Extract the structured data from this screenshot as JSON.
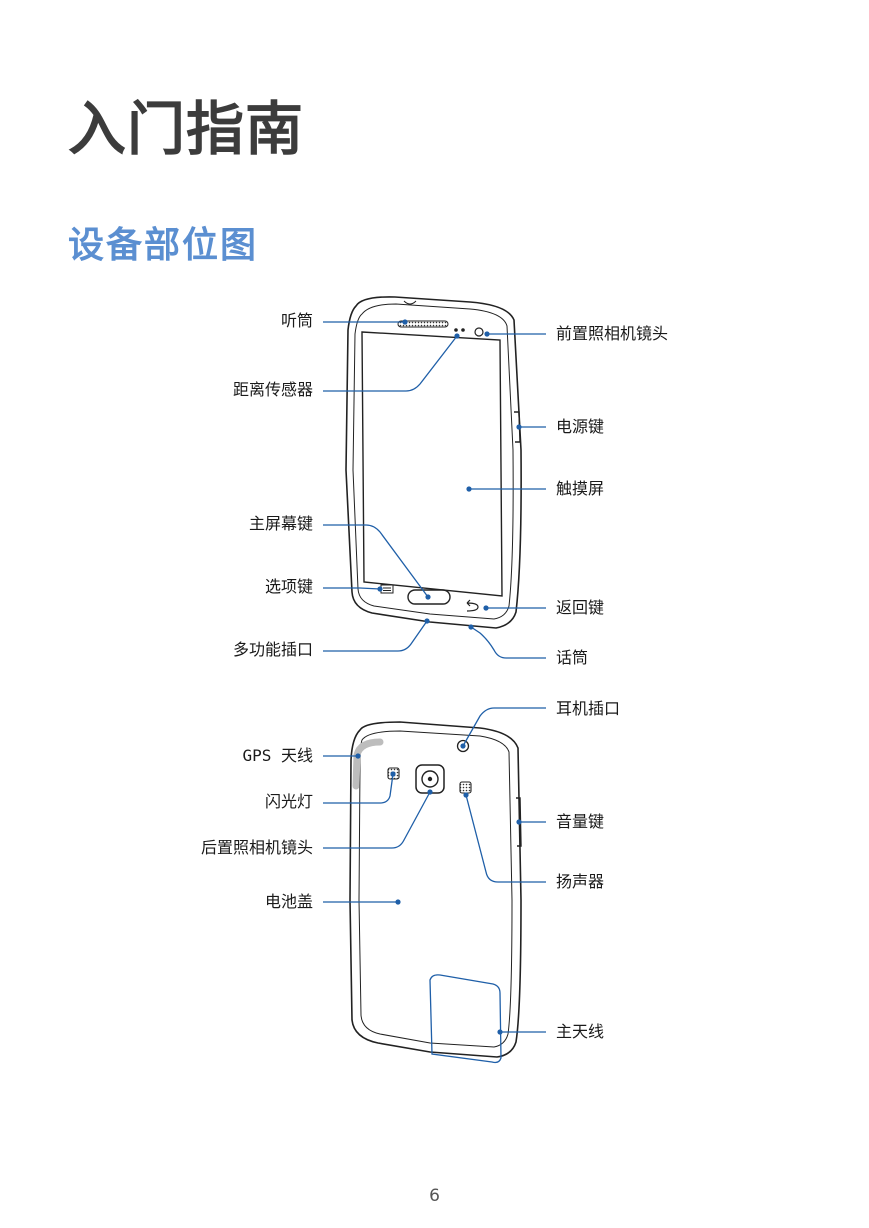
{
  "page": {
    "title": "入门指南",
    "section_title": "设备部位图",
    "page_number": "6"
  },
  "front_view": {
    "labels": {
      "earpiece": "听筒",
      "proximity_sensor": "距离传感器",
      "home_key": "主屏幕键",
      "menu_key": "选项键",
      "multipurpose_jack": "多功能插口",
      "front_camera": "前置照相机镜头",
      "power_key": "电源键",
      "touch_screen": "触摸屏",
      "back_key": "返回键",
      "microphone": "话筒"
    }
  },
  "back_view": {
    "labels": {
      "gps_antenna": "GPS 天线",
      "flash": "闪光灯",
      "rear_camera": "后置照相机镜头",
      "back_cover": "电池盖",
      "headset_jack": "耳机插口",
      "volume_key": "音量键",
      "speaker": "扬声器",
      "main_antenna": "主天线"
    }
  },
  "colors": {
    "title": "#3c3c3c",
    "section_title": "#5b8fd1",
    "callout": "#1f5fa8",
    "outline": "#222222"
  }
}
